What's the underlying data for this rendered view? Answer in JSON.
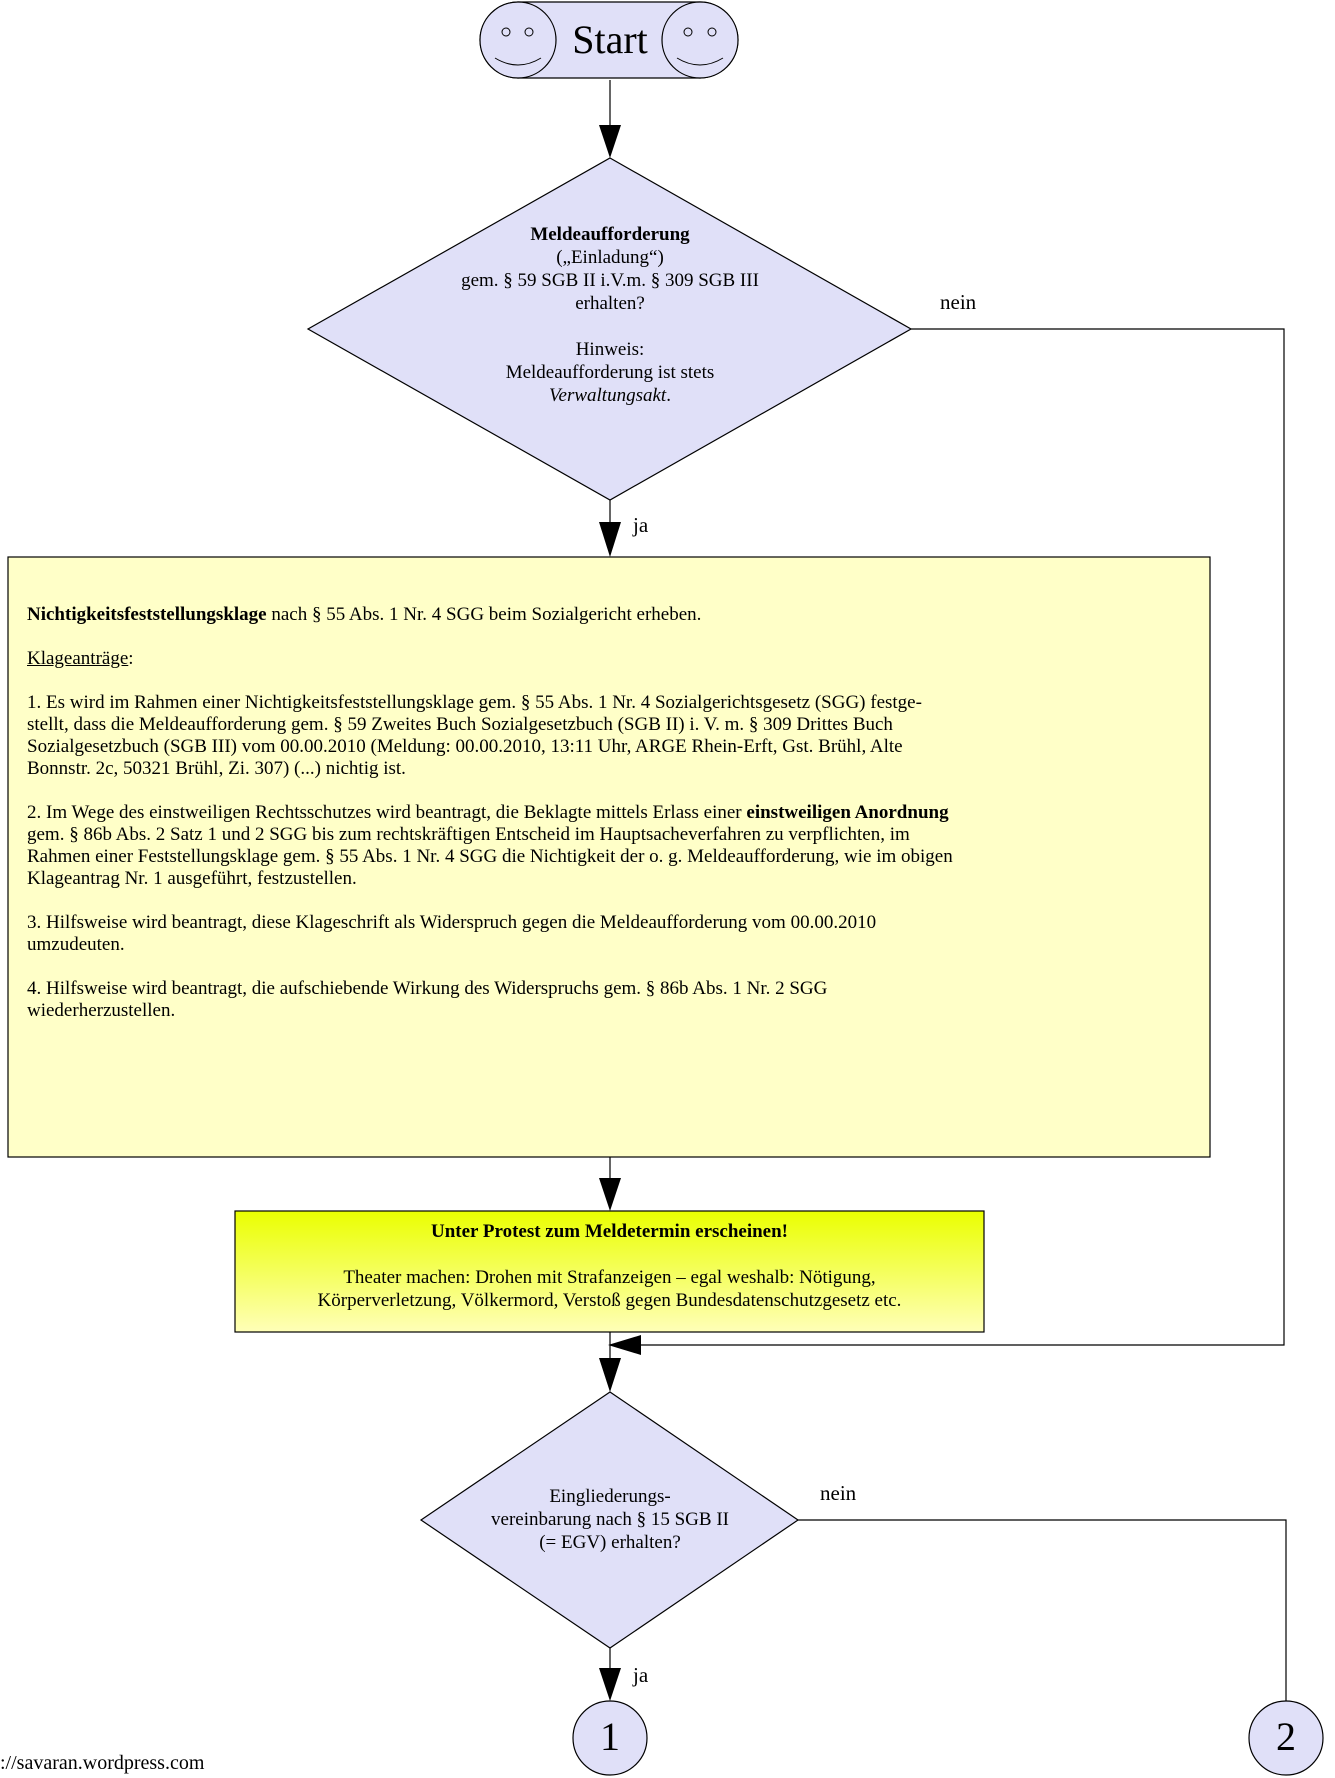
{
  "start": {
    "label": "Start"
  },
  "decision1": {
    "title": "Meldeaufforderung",
    "lines": [
      "(„Einladung“)",
      "gem. § 59 SGB II i.V.m. § 309 SGB III",
      "erhalten?"
    ],
    "hint_label": "Hinweis:",
    "hint_line": "Meldeaufforderung ist stets",
    "hint_italic": "Verwaltungsakt",
    "hint_end": ".",
    "yes": "ja",
    "no": "nein"
  },
  "action1": {
    "title_bold": "Nichtigkeitsfeststellungsklage",
    "title_rest": " nach § 55 Abs. 1 Nr. 4 SGG beim Sozialgericht erheben.",
    "antraege_label": "Klageanträge",
    "antraege_colon": ":",
    "p1": [
      "1. Es wird im Rahmen einer Nichtigkeitsfeststellungsklage gem. § 55 Abs. 1 Nr. 4 Sozialgerichtsgesetz (SGG) festge-",
      "stellt, dass die Meldeaufforderung gem. § 59 Zweites Buch Sozialgesetzbuch (SGB II) i. V. m. § 309 Drittes Buch",
      "Sozialgesetzbuch (SGB III) vom 00.00.2010 (Meldung: 00.00.2010, 13:11 Uhr, ARGE Rhein-Erft, Gst. Brühl, Alte",
      "Bonnstr.  2c, 50321 Brühl, Zi. 307) (...) nichtig ist."
    ],
    "p2_first": "2. Im Wege des einstweiligen Rechtsschutzes wird beantragt, die Beklagte mittels Erlass einer ",
    "p2_bold": "einstweiligen Anordnung",
    "p2_rest": [
      "gem. § 86b Abs. 2 Satz 1 und 2 SGG bis zum rechtskräftigen Entscheid im Hauptsacheverfahren zu verpflichten, im",
      "Rahmen einer Feststellungsklage gem. § 55 Abs. 1 Nr. 4 SGG die Nichtigkeit der o. g. Meldeaufforderung, wie im obigen",
      "Klageantrag Nr. 1 ausgeführt, festzustellen."
    ],
    "p3": [
      "3. Hilfsweise wird beantragt, diese Klageschrift als Widerspruch gegen die Meldeaufforderung vom 00.00.2010",
      "umzudeuten."
    ],
    "p4": [
      "4. Hilfsweise wird beantragt, die aufschiebende Wirkung des Widerspruchs gem. § 86b Abs. 1 Nr. 2 SGG",
      "wiederherzustellen."
    ]
  },
  "action2": {
    "title": "Unter Protest zum Meldetermin erscheinen!",
    "lines": [
      "Theater machen: Drohen mit Strafanzeigen – egal weshalb: Nötigung,",
      "Körperverletzung, Völkermord, Verstoß gegen Bundesdatenschutzgesetz etc."
    ]
  },
  "decision2": {
    "lines": [
      "Eingliederungs-",
      "vereinbarung nach § 15 SGB II",
      "(= EGV) erhalten?"
    ],
    "yes": "ja",
    "no": "nein"
  },
  "connectors": {
    "c1": "1",
    "c2": "2"
  },
  "footer": {
    "url": "://savaran.wordpress.com"
  },
  "colors": {
    "decision_fill": "#e0e0f8",
    "yellow_fill": "#ffffc8",
    "green_grad_top": "#eaff00",
    "green_grad_bottom": "#ffffc0",
    "terminal_fill": "#e0e0f8"
  }
}
